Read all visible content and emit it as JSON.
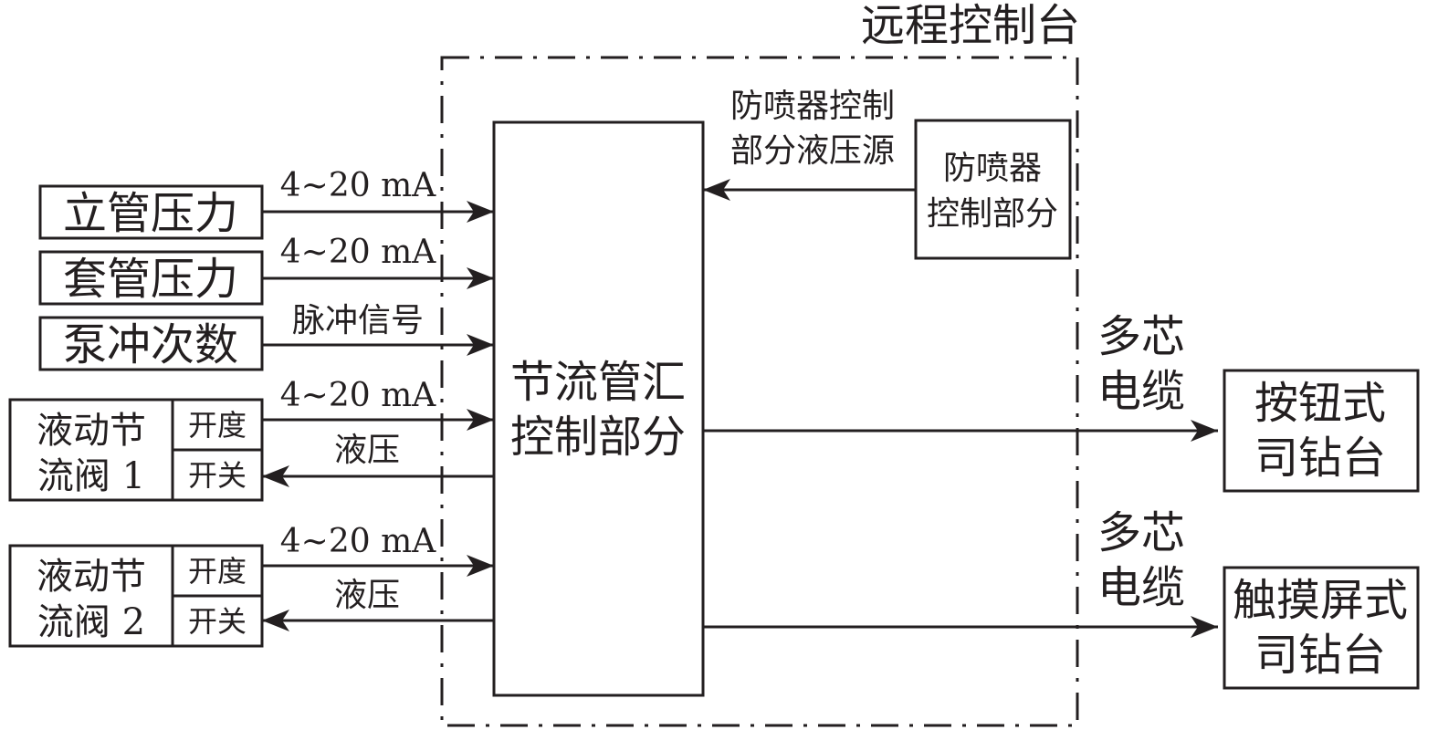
{
  "title": "远程控制台",
  "inputs": {
    "standpipe": {
      "label": "立管压力",
      "signal": "4~20 mA"
    },
    "casing": {
      "label": "套管压力",
      "signal": "4~20 mA"
    },
    "pump": {
      "label": "泵冲次数",
      "signal": "脉冲信号"
    }
  },
  "valves": [
    {
      "line1": "液动节",
      "line2": "流阀 1",
      "opening": "开度",
      "switch": "开关",
      "signal_in": "4~20 mA",
      "signal_out": "液压"
    },
    {
      "line1": "液动节",
      "line2": "流阀 2",
      "opening": "开度",
      "switch": "开关",
      "signal_in": "4~20 mA",
      "signal_out": "液压"
    }
  ],
  "center": {
    "line1": "节流管汇",
    "line2": "控制部分"
  },
  "bop": {
    "line1": "防喷器",
    "line2": "控制部分",
    "link_line1": "防喷器控制",
    "link_line2": "部分液压源"
  },
  "outputs": [
    {
      "cable_line1": "多芯",
      "cable_line2": "电缆",
      "line1": "按钮式",
      "line2": "司钻台"
    },
    {
      "cable_line1": "多芯",
      "cable_line2": "电缆",
      "line1": "触摸屏式",
      "line2": "司钻台"
    }
  ],
  "colors": {
    "ink": "#231f20",
    "background": "#ffffff"
  }
}
